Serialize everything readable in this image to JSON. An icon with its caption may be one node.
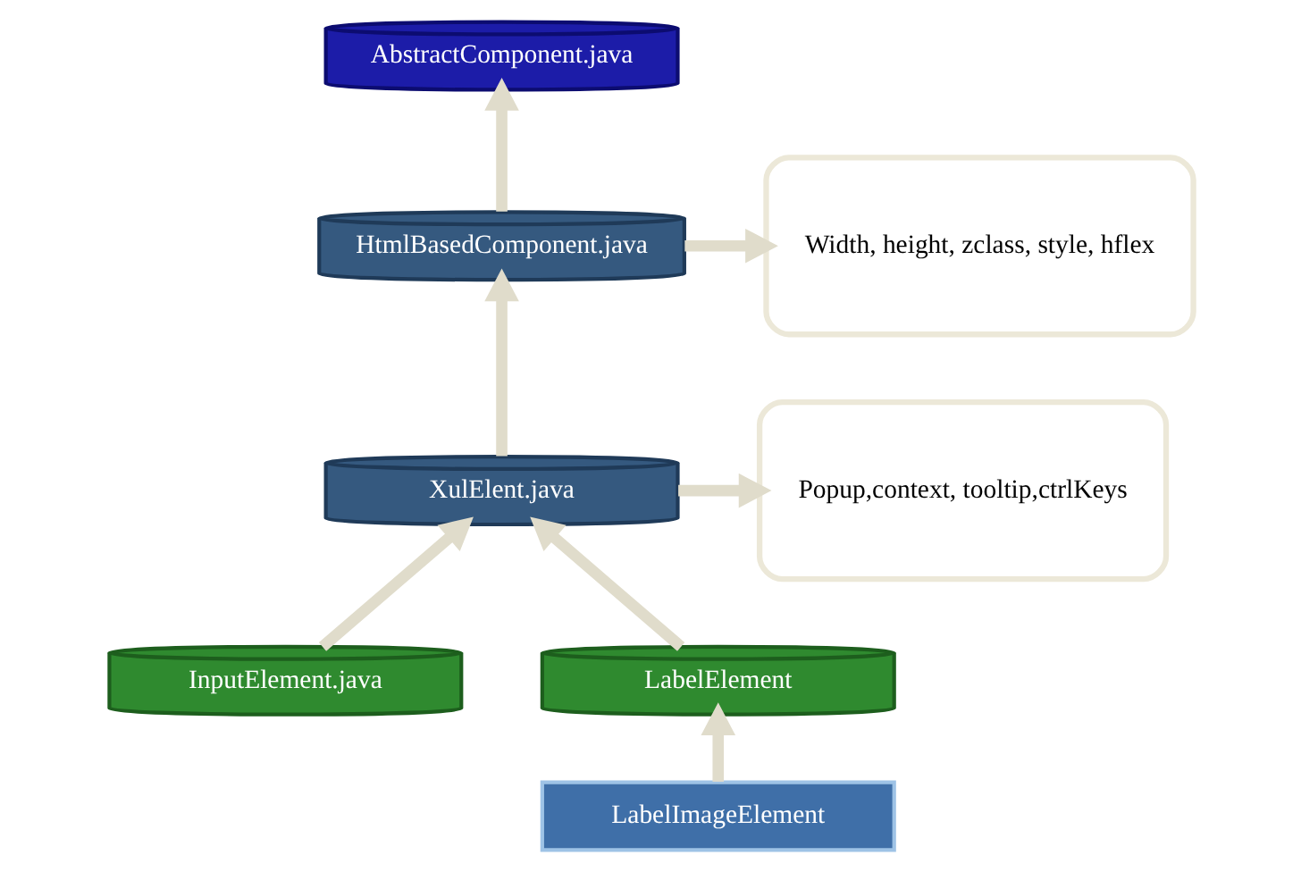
{
  "diagram": {
    "nodes": [
      {
        "text": [
          "AbstractComponent.java"
        ]
      },
      {
        "text": [
          "Width, height, zclass, style, hflex"
        ]
      },
      {
        "text": [
          "HtmlBasedComponent.java"
        ]
      },
      {
        "text": [
          "XulElent.java"
        ]
      },
      {
        "text": [
          "Popup,context, tooltip,ctrlKeys"
        ]
      },
      {
        "text": [
          "InputElement.java"
        ]
      },
      {
        "text": [
          "LabelElement"
        ]
      },
      {
        "text": [
          "LabelImageElement"
        ]
      }
    ],
    "edges": [
      {
        "from": 2,
        "to": 0,
        "arrow": "to"
      },
      {
        "from": 2,
        "to": 1,
        "arrow": "to"
      },
      {
        "from": 3,
        "to": 2,
        "arrow": "to"
      },
      {
        "from": 3,
        "to": 4,
        "arrow": "to"
      },
      {
        "from": 5,
        "to": 3,
        "arrow": "to"
      },
      {
        "from": 6,
        "to": 3,
        "arrow": "to"
      },
      {
        "from": 7,
        "to": 6,
        "arrow": "to"
      }
    ]
  }
}
